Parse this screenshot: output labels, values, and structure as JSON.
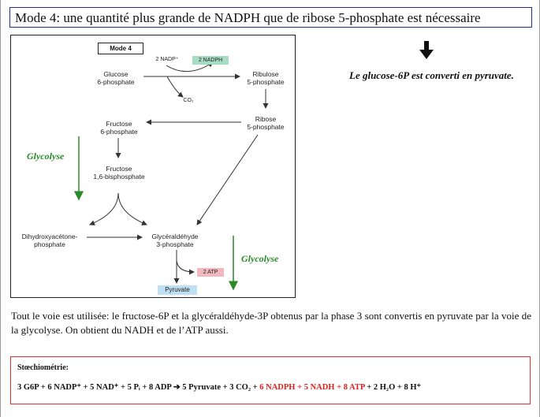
{
  "title": "Mode 4: une quantité plus grande de NADPH que de ribose 5-phosphate est nécessaire",
  "figure": {
    "mode_label": "Mode 4",
    "glucose": "Glucose\n6-phosphate",
    "nadp": "2 NADP⁺",
    "nadph": "2 NADPH",
    "co2": "CO₂",
    "ribulose": "Ribulose\n5-phosphate",
    "ribose": "Ribose\n5-phosphate",
    "fructose6p": "Fructose\n6-phosphate",
    "fructose16bp": "Fructose\n1,6-bisphosphate",
    "dhap": "Dihydroxyacétone-\nphosphate",
    "g3p": "Glycéraldéhyde\n3-phosphate",
    "atp": "2 ATP",
    "pyruvate": "Pyruvate",
    "glycolyse_left": "Glycolyse",
    "glycolyse_right": "Glycolyse"
  },
  "conclusion": "Le glucose-6P est converti en pyruvate.",
  "paragraph": "Tout le voie est utilisée: le fructose-6P et la glycéraldéhyde-3P obtenus par la phase 3 sont convertis en pyruvate par la voie de la glycolyse. On obtient du NADH et de l’ATP aussi.",
  "stoichiometry": {
    "title": "Stœchiométrie:",
    "part1": "3 G6P + 6 NADP⁺ + 5 NAD⁺ + 5 Pᵢ + 8 ADP ➔ 5 Pyruvate + 3 CO₂ + ",
    "nadph": "6 NADPH",
    "plus1": " + ",
    "nadh": "5 NADH",
    "plus2": " + ",
    "atp": "8 ATP",
    "part2": " + 2 H₂O + 8 H⁺"
  },
  "colors": {
    "title_border": "#1f2aa8",
    "stoich_border": "#e03030",
    "red_text": "#e02020",
    "glycolyse_green": "#2a8a2a",
    "nadph_bg": "#a7dcc4",
    "atp_bg": "#f2b8c0",
    "pyruvate_bg": "#bfe0f2"
  }
}
